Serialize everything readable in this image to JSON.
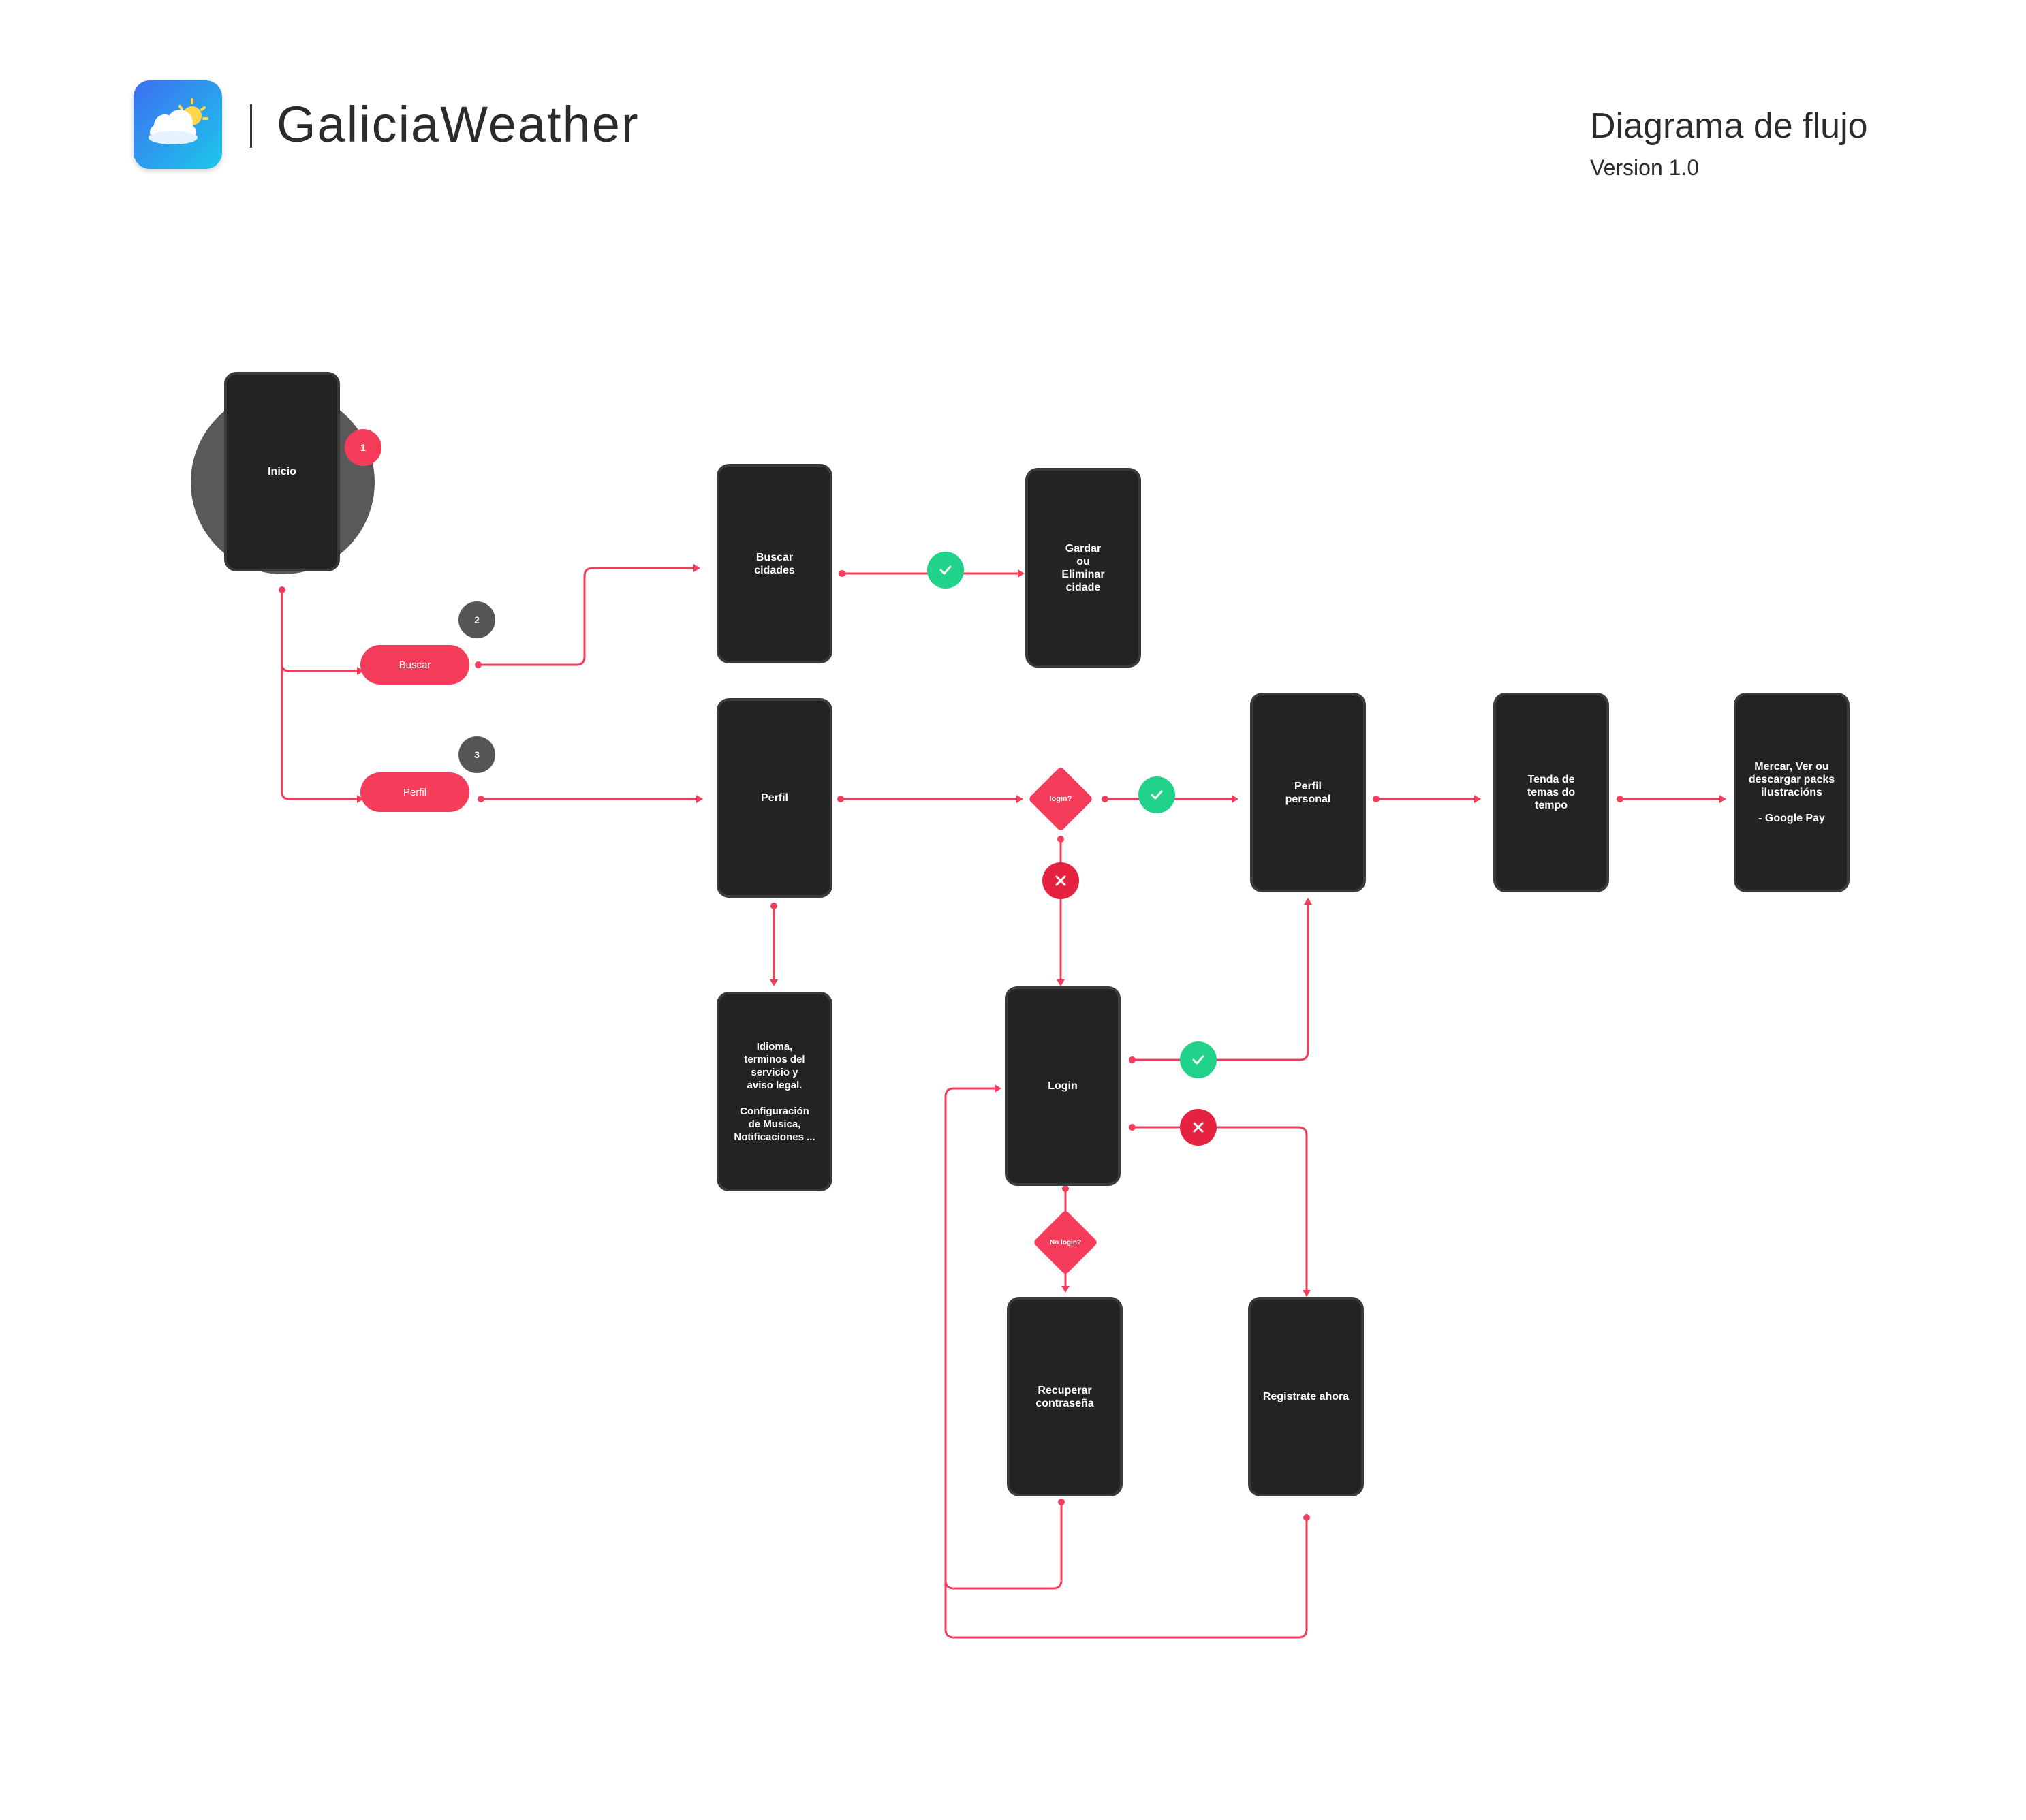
{
  "header": {
    "app_name": "GaliciaWeather",
    "doc_title": "Diagrama de flujo",
    "version": "Version 1.0"
  },
  "icons": {
    "app": "cloud-sun-icon",
    "ok": "check-icon",
    "no": "close-icon"
  },
  "colors": {
    "connector": "#f53d5b",
    "screen": "#232323",
    "ok": "#20d28a",
    "no": "#e5223f",
    "badge_dark": "#555555"
  },
  "badges": {
    "b1": "1",
    "b2": "2",
    "b3": "3"
  },
  "pills": {
    "buscar": "Buscar",
    "perfil": "Perfil"
  },
  "decisions": {
    "login": "login?",
    "no_login": "No login?"
  },
  "screens": {
    "inicio": "Inicio",
    "buscar_cidades": "Buscar\ncidades",
    "gardar": "Gardar\nou\nEliminar\ncidade",
    "perfil": "Perfil",
    "perfil_personal": "Perfil\npersonal",
    "tenda": "Tenda de\ntemas do\ntempo",
    "mercar": "Mercar, Ver ou\ndescargar packs\nilustracións\n\n- Google Pay",
    "idioma": "Idioma,\nterminos del\nservicio y\naviso legal.\n\nConfiguración\nde Musica,\nNotificaciones ...",
    "login": "Login",
    "recuperar": "Recuperar\ncontraseña",
    "registrate": "Registrate ahora"
  }
}
